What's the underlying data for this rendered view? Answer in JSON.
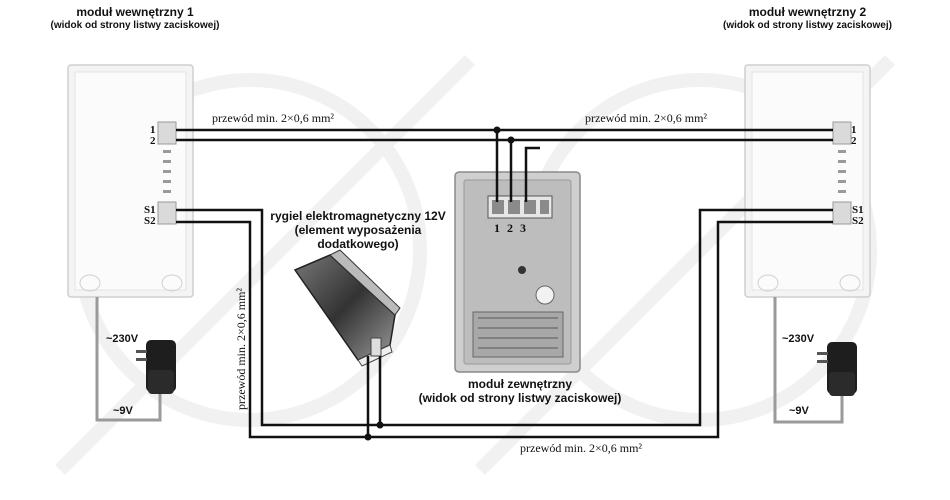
{
  "indoor1": {
    "title": "moduł wewnętrzny 1",
    "subtitle": "(widok od strony listwy zaciskowej)"
  },
  "indoor2": {
    "title": "moduł wewnętrzny 2",
    "subtitle": "(widok od strony listwy zaciskowej)"
  },
  "outdoor": {
    "title": "moduł zewnętrzny",
    "subtitle": "(widok od strony listwy zaciskowej)",
    "terminals": "1 2 3"
  },
  "lock": {
    "title": "rygiel elektromagnetyczny 12V",
    "subtitle_line1": "(element wyposażenia",
    "subtitle_line2": "dodatkowego)"
  },
  "terminals": {
    "t1": "1",
    "t2": "2",
    "s1": "S1",
    "s2": "S2"
  },
  "wires": {
    "top_left": "przewód min. 2×0,6 mm²",
    "top_right": "przewód min. 2×0,6 mm²",
    "bottom": "przewód min. 2×0,6 mm²",
    "vertical": "przewód min. 2×0,6 mm²"
  },
  "power": {
    "ac": "~230V",
    "dc": "~9V"
  }
}
